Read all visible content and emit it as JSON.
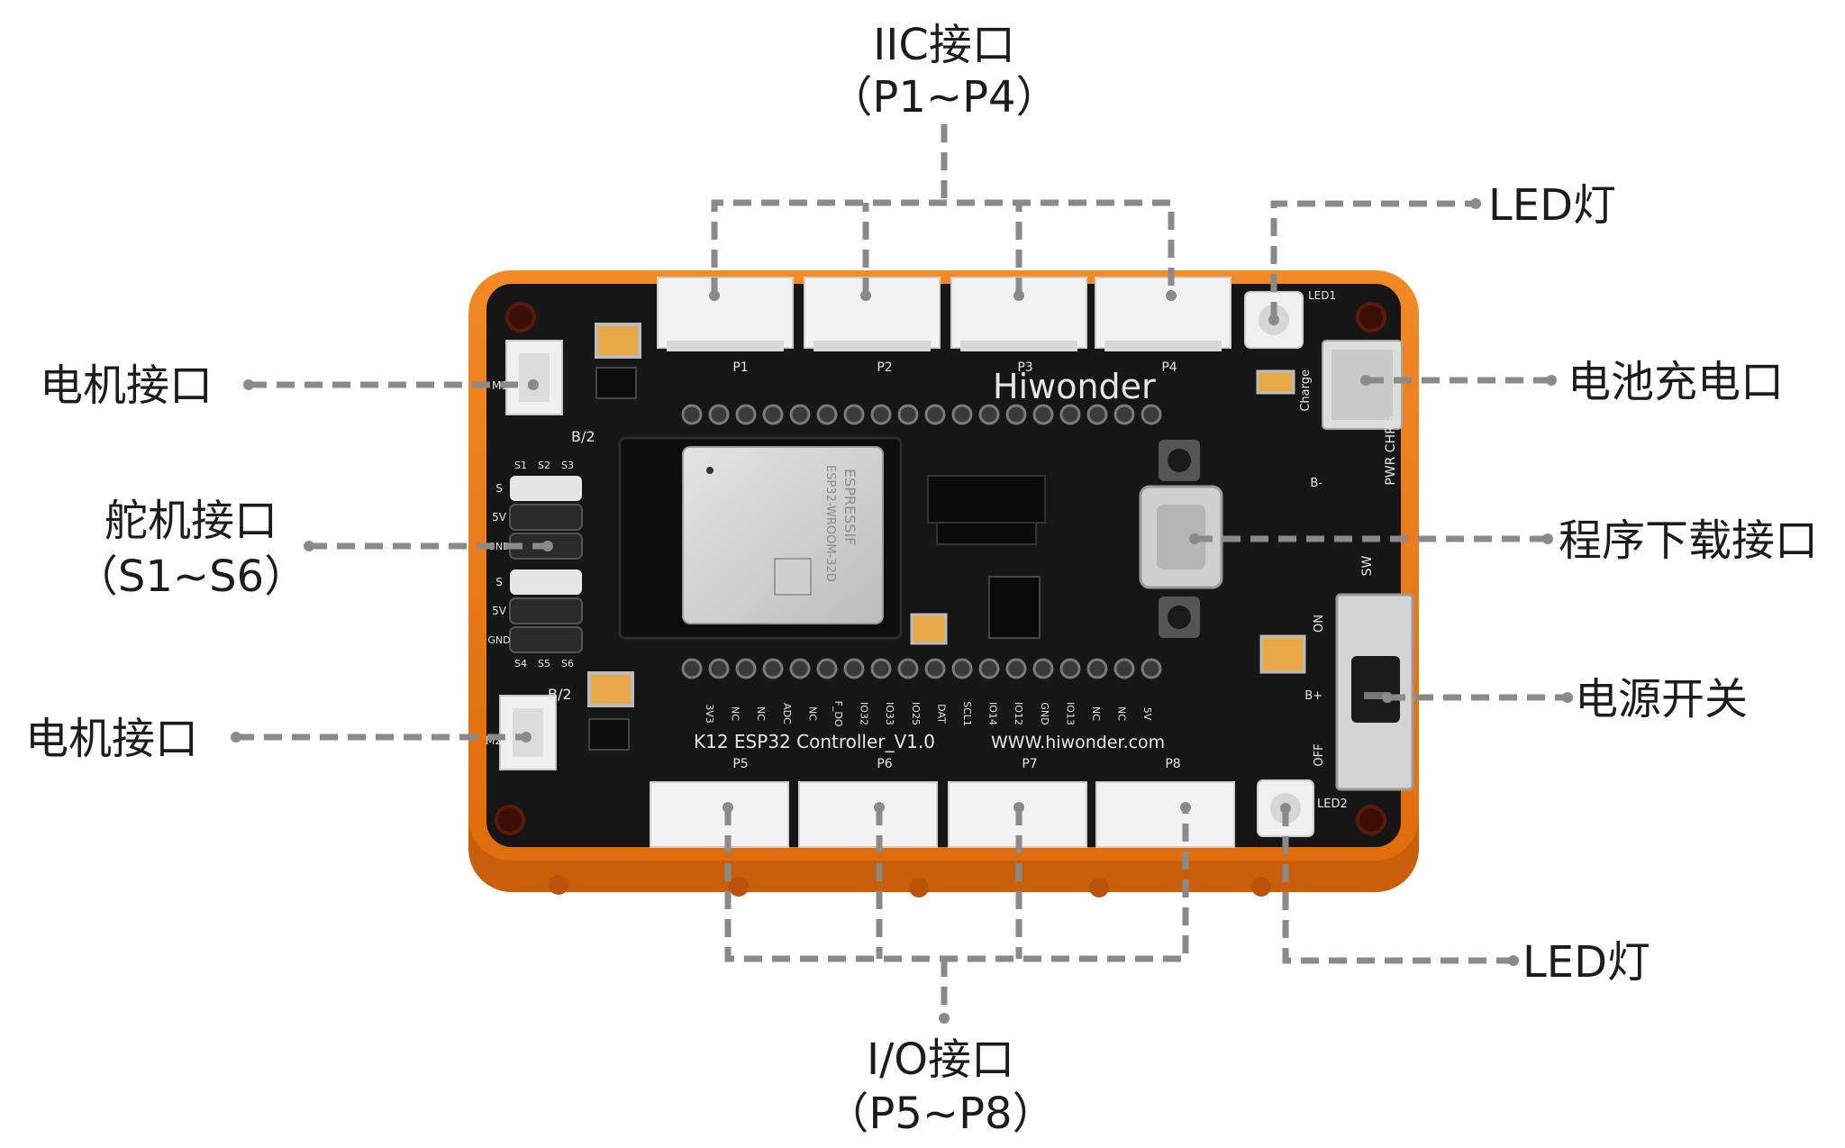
{
  "callouts": {
    "iic_title": "IIC接口",
    "iic_range": "（P1~P4）",
    "led_top": "LED灯",
    "motor_top": "电机接口",
    "battery_charge": "电池充电口",
    "servo_title": "舵机接口",
    "servo_range": "（S1~S6）",
    "program_download": "程序下载接口",
    "motor_bottom": "电机接口",
    "power_switch": "电源开关",
    "led_bottom": "LED灯",
    "io_title": "I/O接口",
    "io_range": "（P5~P8）"
  },
  "board": {
    "brand": "Hiwonder",
    "model": "K12 ESP32 Controller_V1.0",
    "url": "WWW.hiwonder.com",
    "module_brand": "ESPRESSIF",
    "module_name": "ESP32-WROOM-32D",
    "port_top": [
      "P1",
      "P2",
      "P3",
      "P4"
    ],
    "port_bottom": [
      "P5",
      "P6",
      "P7",
      "P8"
    ],
    "led1": "LED1",
    "led2": "LED2",
    "charge": "Charge",
    "pwr_chrg": "PWR CHRG",
    "sw": "SW",
    "on": "ON",
    "off": "OFF",
    "b_minus": "B-",
    "b_plus": "B+",
    "b2_top": "B/2",
    "b2_bottom": "B/2",
    "m1": "M1",
    "m2": "M2",
    "servo_s": "S",
    "servo_5v": "5V",
    "servo_gnd": "GND",
    "servo_top_ids": [
      "S1",
      "S2",
      "S3"
    ],
    "servo_bottom_ids": [
      "S4",
      "S5",
      "S6"
    ],
    "pin_labels": [
      "3V3",
      "NC",
      "NC",
      "ADC",
      "NC",
      "F_DO",
      "IO32",
      "IO33",
      "IO25",
      "DAT",
      "SCL1",
      "IO14",
      "IO12",
      "GND",
      "IO13",
      "NC",
      "NC",
      "5V"
    ]
  },
  "colors": {
    "case_orange": "#ee7d1a",
    "pcb_black": "#161616",
    "leader_gray": "#8a8a8a",
    "connector_white": "#f2f2f2"
  }
}
